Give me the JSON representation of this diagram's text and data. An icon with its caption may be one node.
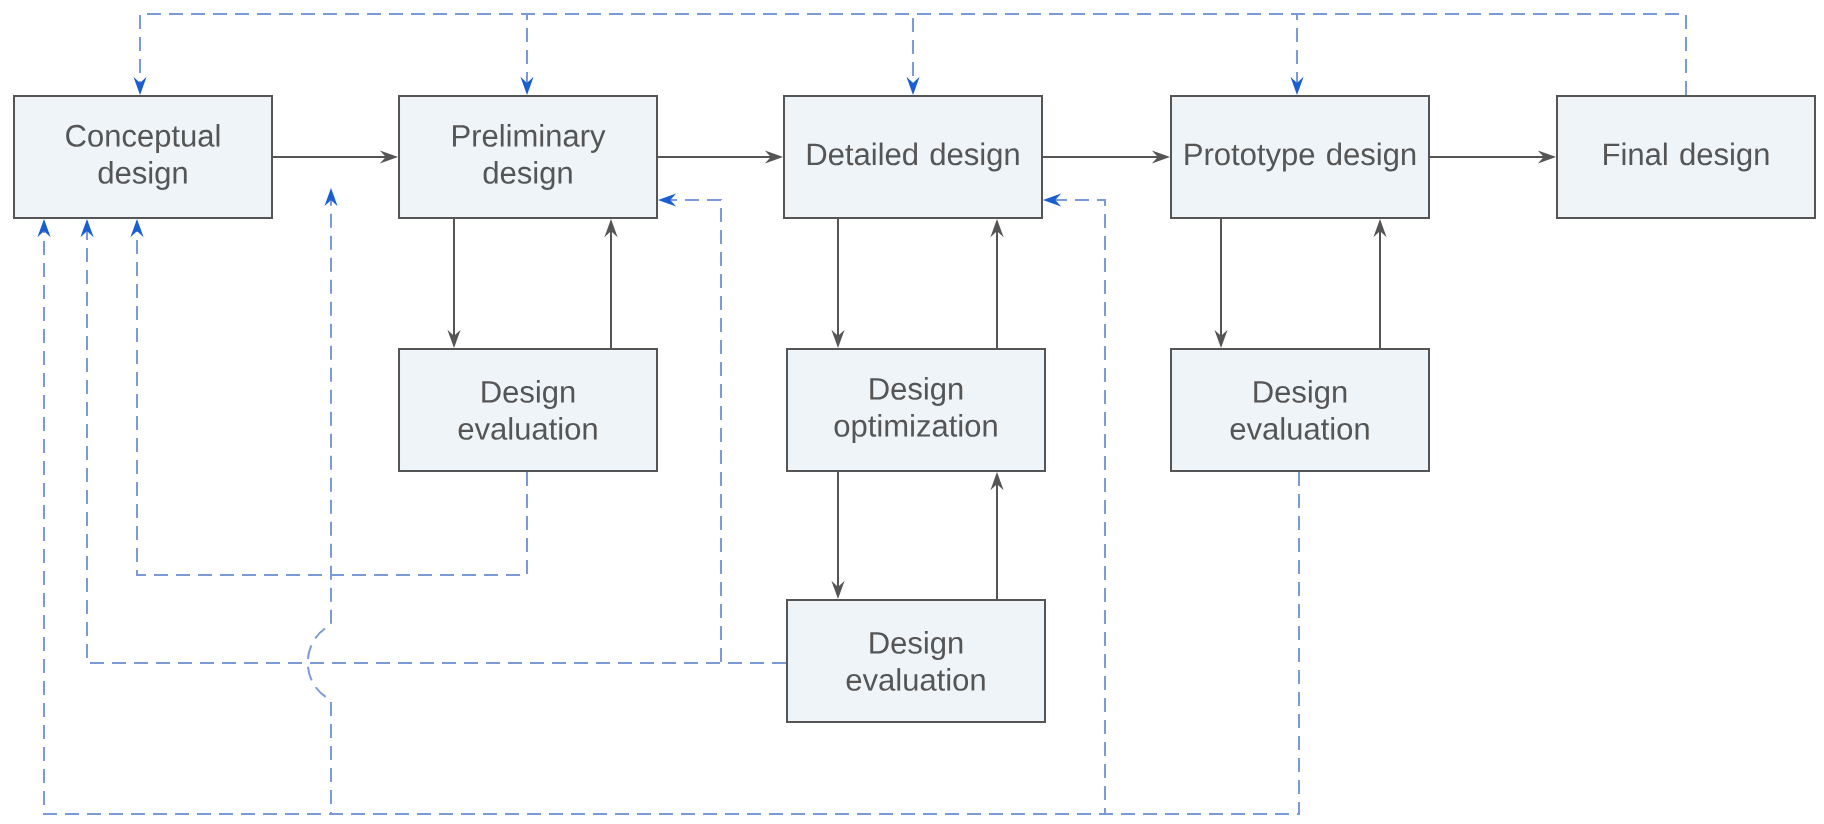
{
  "diagram": {
    "nodes": [
      {
        "text": [
          "Conceptual design"
        ]
      },
      {
        "text": [
          "Preliminary design"
        ]
      },
      {
        "text": [
          "Detailed design"
        ]
      },
      {
        "text": [
          "Prototype design"
        ]
      },
      {
        "text": [
          "Final design"
        ]
      },
      {
        "text": [
          "Design evaluation"
        ]
      },
      {
        "text": [
          "Design optimization"
        ]
      },
      {
        "text": [
          "Design evaluation"
        ]
      },
      {
        "text": [
          "Design evaluation"
        ]
      }
    ],
    "edges": [
      {
        "from": 0,
        "to": 1,
        "arrow": "to"
      },
      {
        "from": 1,
        "to": 2,
        "arrow": "to"
      },
      {
        "from": 2,
        "to": 3,
        "arrow": "to"
      },
      {
        "from": 3,
        "to": 4,
        "arrow": "to"
      },
      {
        "from": 1,
        "to": 5,
        "arrow": "to"
      },
      {
        "from": 5,
        "to": 1,
        "arrow": "to"
      },
      {
        "from": 2,
        "to": 6,
        "arrow": "to"
      },
      {
        "from": 6,
        "to": 2,
        "arrow": "to"
      },
      {
        "from": 6,
        "to": 7,
        "arrow": "to"
      },
      {
        "from": 7,
        "to": 6,
        "arrow": "to"
      },
      {
        "from": 3,
        "to": 8,
        "arrow": "to"
      },
      {
        "from": 8,
        "to": 3,
        "arrow": "to"
      },
      {
        "from": 4,
        "to": 0,
        "arrow": "to",
        "style": "dashed",
        "color": "#7b9ad8"
      },
      {
        "from": 4,
        "to": 1,
        "arrow": "to",
        "style": "dashed",
        "color": "#7b9ad8"
      },
      {
        "from": 4,
        "to": 2,
        "arrow": "to",
        "style": "dashed",
        "color": "#7b9ad8"
      },
      {
        "from": 4,
        "to": 3,
        "arrow": "to",
        "style": "dashed",
        "color": "#7b9ad8"
      },
      {
        "from": 5,
        "to": 0,
        "arrow": "to",
        "style": "dashed",
        "color": "#7b9ad8"
      },
      {
        "from": 7,
        "to": 0,
        "arrow": "to",
        "style": "dashed",
        "color": "#7b9ad8"
      },
      {
        "from": 7,
        "to": 1,
        "arrow": "to",
        "style": "dashed",
        "color": "#7b9ad8"
      },
      {
        "from": 8,
        "to": 0,
        "arrow": "to",
        "style": "dashed",
        "color": "#7b9ad8"
      },
      {
        "from": 8,
        "to": 2,
        "arrow": "to",
        "style": "dashed",
        "color": "#7b9ad8"
      },
      {
        "from": 8,
        "to": null,
        "arrow": "to",
        "style": "dashed",
        "color": "#7b9ad8"
      }
    ]
  }
}
